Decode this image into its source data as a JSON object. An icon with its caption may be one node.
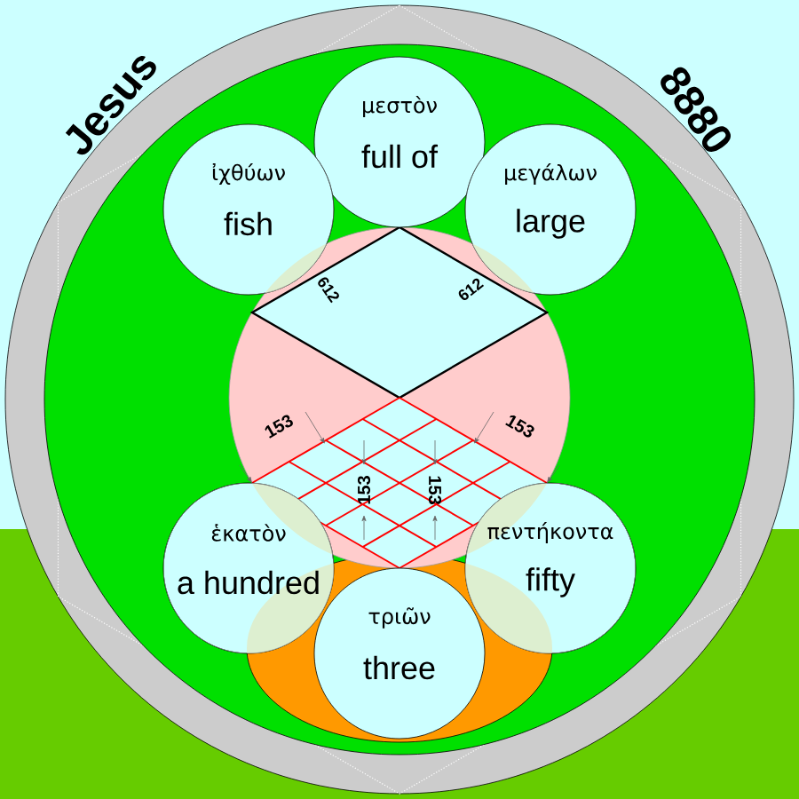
{
  "diagram": {
    "nodes": [
      {
        "text": [
          "μεστὸν",
          "full of"
        ]
      },
      {
        "text": [
          "ἰχθύων",
          "fish"
        ]
      },
      {
        "text": [
          "μεγάλων",
          "large"
        ]
      },
      {
        "text": [
          "ἑκατὸν",
          "a hundred"
        ]
      },
      {
        "text": [
          "πεντήκοντα",
          "fifty"
        ]
      },
      {
        "text": [
          "τριῶν",
          "three"
        ]
      }
    ],
    "labels": [
      "Jesus",
      "8880",
      "612",
      "612",
      "153",
      "153",
      "153",
      "153"
    ]
  }
}
